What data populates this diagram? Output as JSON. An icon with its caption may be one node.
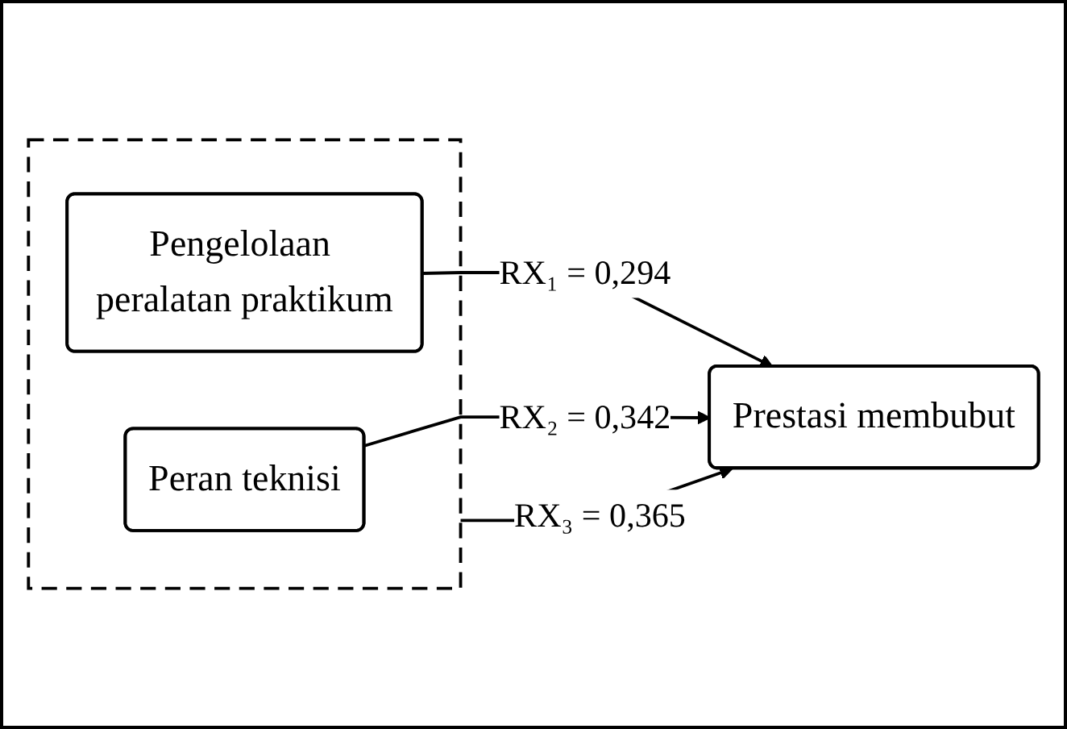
{
  "diagram": {
    "nodes": [
      {
        "text": [],
        "shape": "box"
      },
      {
        "text": [
          "Pengelolaan peralatan praktikum"
        ],
        "in": 0
      },
      {
        "text": [
          "Peran teknisi"
        ],
        "in": 0
      },
      {
        "text": [
          "Prestasi membubut"
        ]
      }
    ],
    "edges": [
      {
        "from": 1,
        "to": 3,
        "arrow": "to",
        "label": "RX₁ = 0,294"
      },
      {
        "from": 2,
        "to": 3,
        "arrow": "to",
        "label": "RX₂ = 0,342"
      },
      {
        "from": 0,
        "to": 3,
        "arrow": "to",
        "label": "RX₃ = 0,365"
      }
    ]
  }
}
